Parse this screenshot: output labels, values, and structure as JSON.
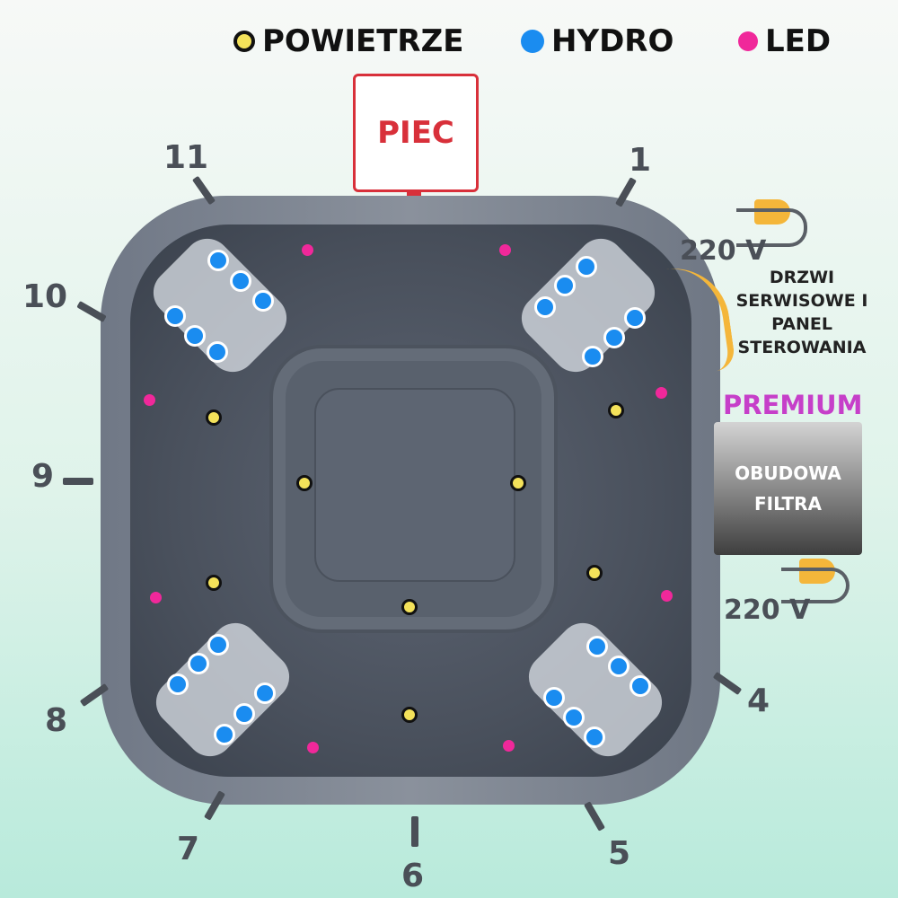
{
  "legend": {
    "air": "POWIETRZE",
    "hydro": "HYDRO",
    "led": "LED",
    "colors": {
      "air": "#f4e25a",
      "hydro": "#1a8cf0",
      "led": "#f0289a"
    }
  },
  "heater": {
    "label": "PIEC"
  },
  "positions": [
    "1",
    "4",
    "5",
    "6",
    "7",
    "8",
    "9",
    "10",
    "11"
  ],
  "power": {
    "top": "220 V",
    "bottom": "220 V"
  },
  "service_door": {
    "label": "DRZWI SERWISOWE I PANEL STEROWANIA"
  },
  "filter": {
    "badge": "PREMIUM",
    "label": "OBUDOWA FILTRA"
  }
}
